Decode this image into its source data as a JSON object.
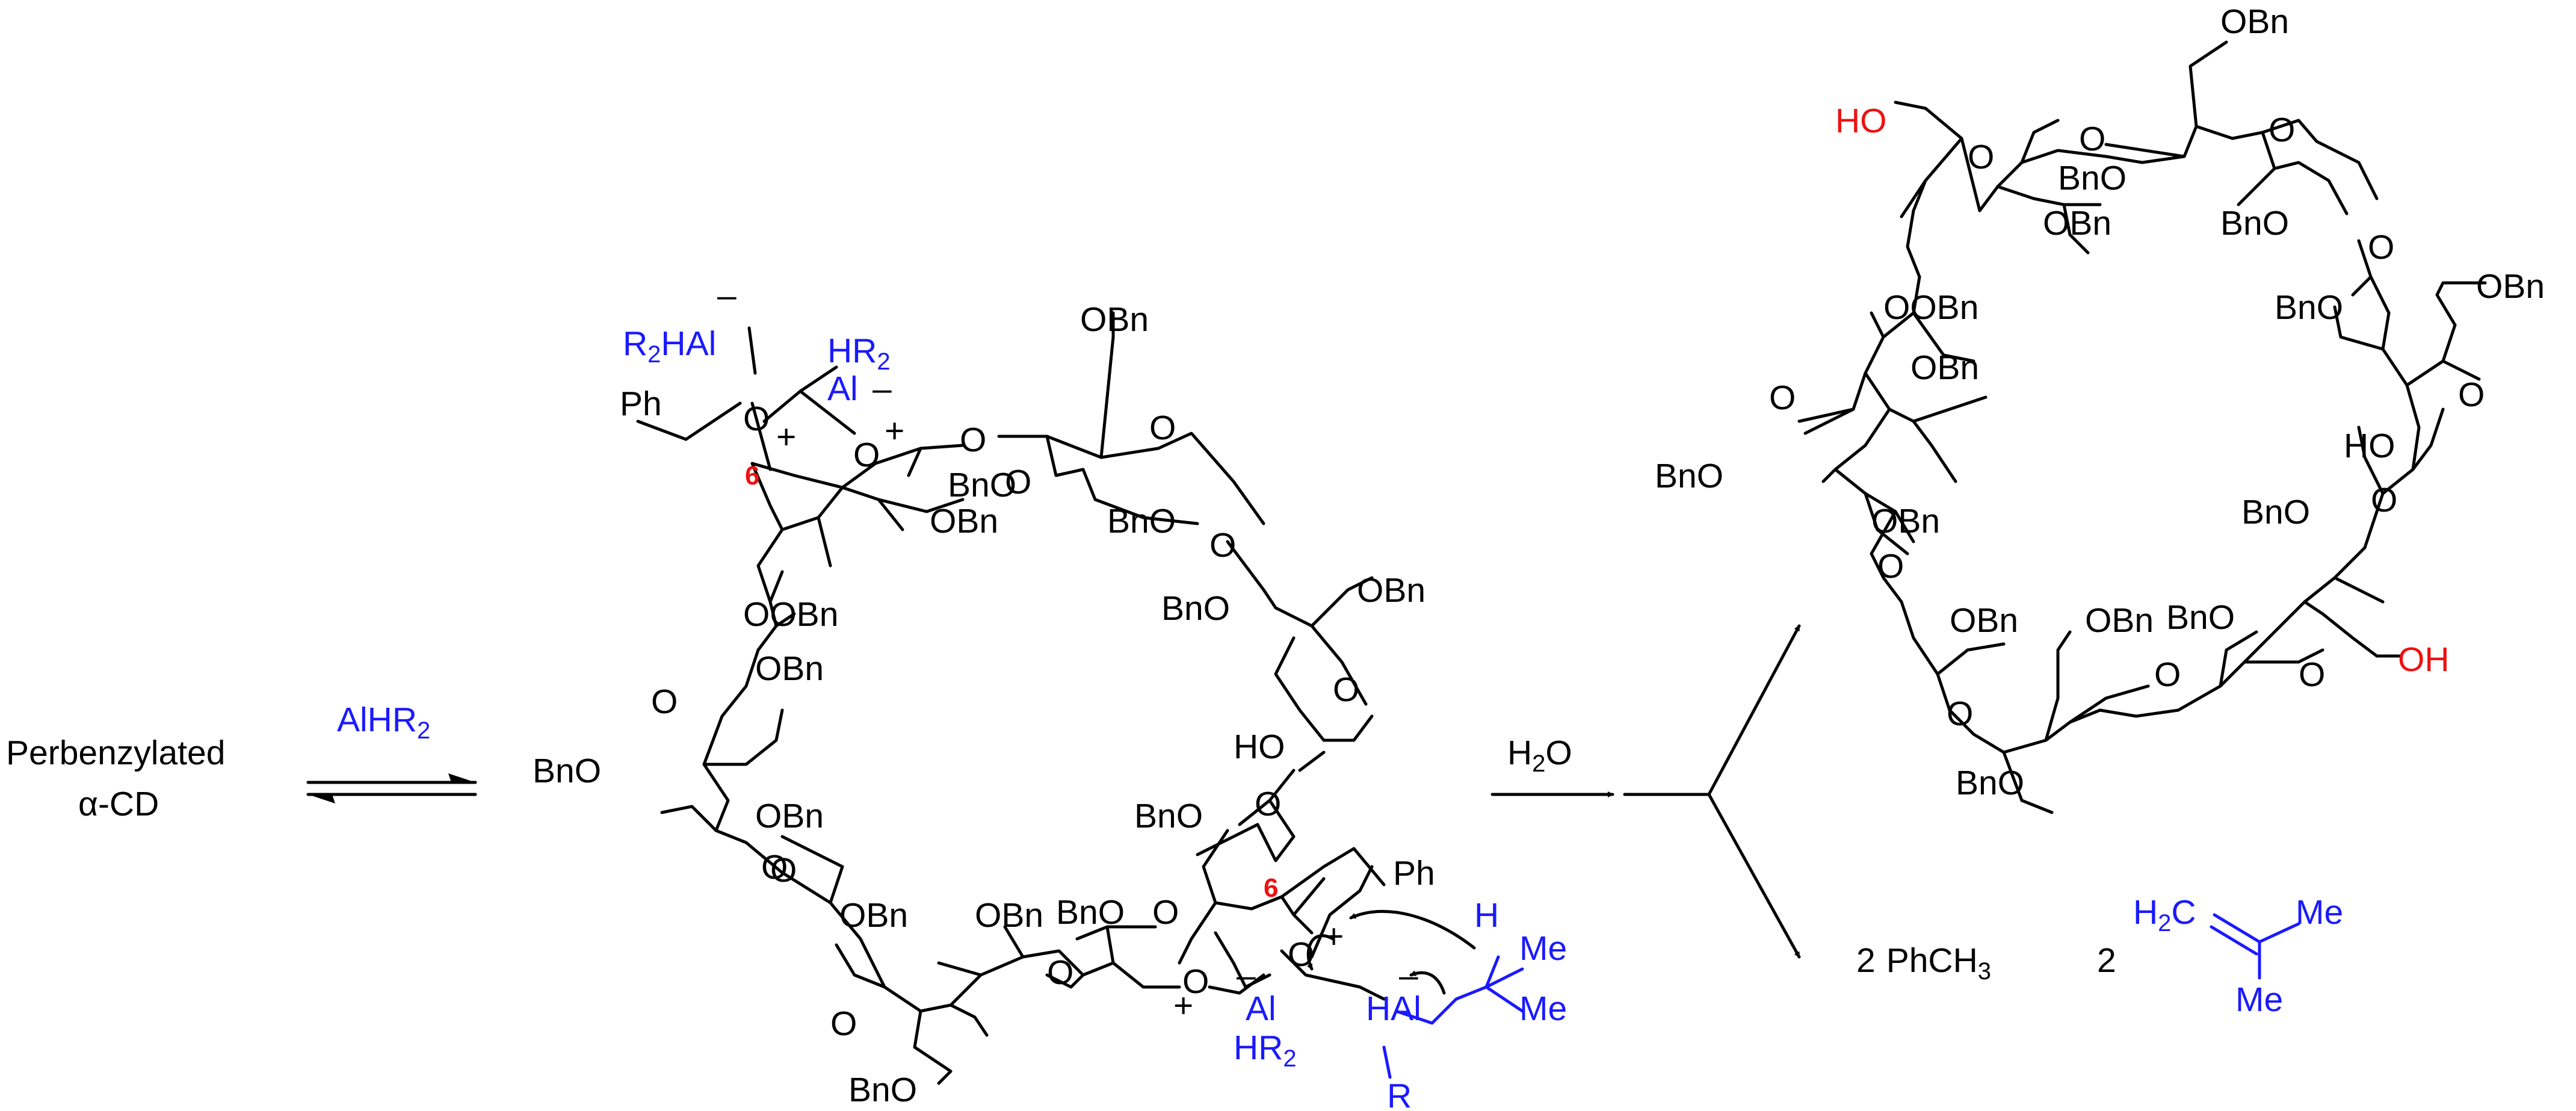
{
  "reactant": {
    "line1": "Perbenzylated",
    "line2": "α-CD"
  },
  "reagent1": {
    "text": "AlHR",
    "sub": "2"
  },
  "reagent2": {
    "h": "H",
    "sub": "2",
    "o": "O"
  },
  "groups": {
    "obn": "OBn",
    "bno": "BnO",
    "o": "O",
    "ho": "HO",
    "oh": "OH",
    "ooBn": "OOBn",
    "ph": "Ph",
    "al": "Al",
    "hal": "HAl",
    "r": "R",
    "h": "H",
    "me": "Me",
    "r2hal": "R",
    "r2hal_sub": "2",
    "r2hal_tail": "HAl",
    "hr2": "HR",
    "hr2_sub": "2",
    "minus": "–",
    "plus": "+",
    "six": "6"
  },
  "products": {
    "toluene_coef": "2",
    "toluene": "PhCH",
    "toluene_sub": "3",
    "alkene_coef": "2",
    "alkene_h2c": "H",
    "alkene_sub": "2",
    "alkene_c": "C"
  },
  "colors": {
    "reagent": "#1a1aff",
    "hydroxyl": "#ee1111",
    "position": "#ee1111",
    "structure": "#000000"
  }
}
